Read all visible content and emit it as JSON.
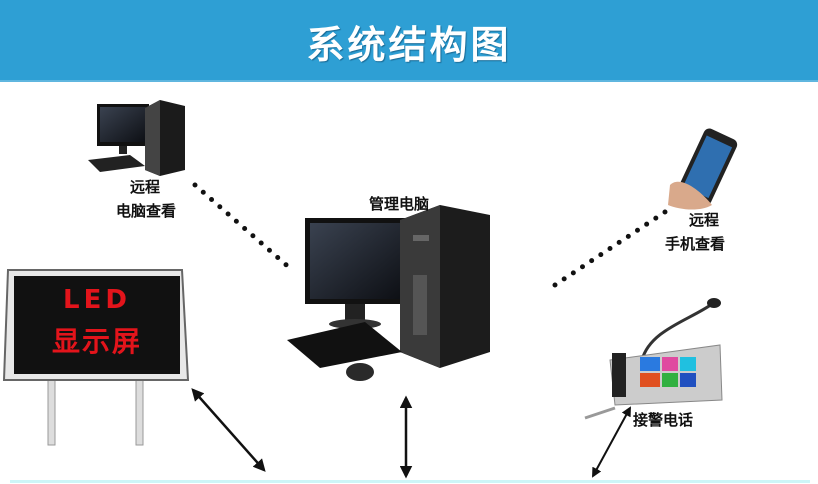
{
  "header": {
    "title": "系统结构图",
    "bg_color": "#2e9fd4"
  },
  "nodes": {
    "remote_pc": {
      "label_line1": "远程",
      "label_line2": "电脑查看"
    },
    "management_pc": {
      "label": "管理电脑"
    },
    "remote_phone": {
      "label_line1": "远程",
      "label_line2": "手机查看"
    },
    "led_display": {
      "line1": "LED",
      "line2": "显示屏",
      "text_color": "#e3141b"
    },
    "alarm_phone": {
      "label": "接警电话"
    }
  }
}
